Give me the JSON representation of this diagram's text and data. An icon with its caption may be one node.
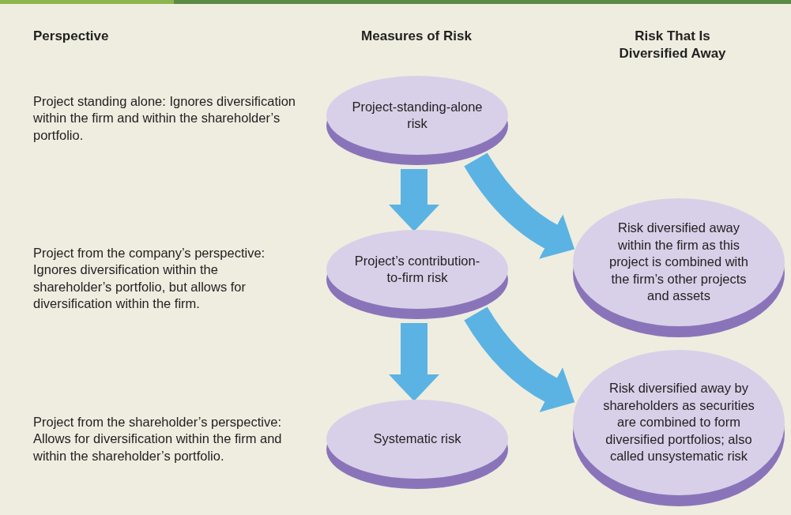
{
  "diagram": {
    "nodes": [
      {
        "text": [
          "Project-standing-alone risk"
        ]
      },
      {
        "text": [
          "Project’s contribution-to-firm risk"
        ]
      },
      {
        "text": [
          "Systematic risk"
        ]
      },
      {
        "text": [
          "Risk diversified away within the firm as this project is combined with the firm’s other projects and assets"
        ]
      },
      {
        "text": [
          "Risk diversified away by shareholders as securities are combined to form diversified portfolios; also called unsystematic risk"
        ]
      }
    ],
    "edges": [
      {
        "from": 0,
        "to": 1,
        "arrow": "to"
      },
      {
        "from": 1,
        "to": 2,
        "arrow": "to"
      },
      {
        "from": 0,
        "to": 3,
        "arrow": "to"
      },
      {
        "from": 1,
        "to": 4,
        "arrow": "to"
      }
    ],
    "labels": [
      "Perspective",
      "Measures of Risk",
      "Risk That Is Diversified Away",
      "Project standing alone: Ignores diversification within the firm and within the shareholder’s portfolio.",
      "Project from the company’s perspective: Ignores diversification within the shareholder’s portfolio, but allows for diversification within the firm.",
      "Project from the shareholder’s perspective: Allows for diversification within the firm and within the shareholder’s portfolio."
    ]
  }
}
